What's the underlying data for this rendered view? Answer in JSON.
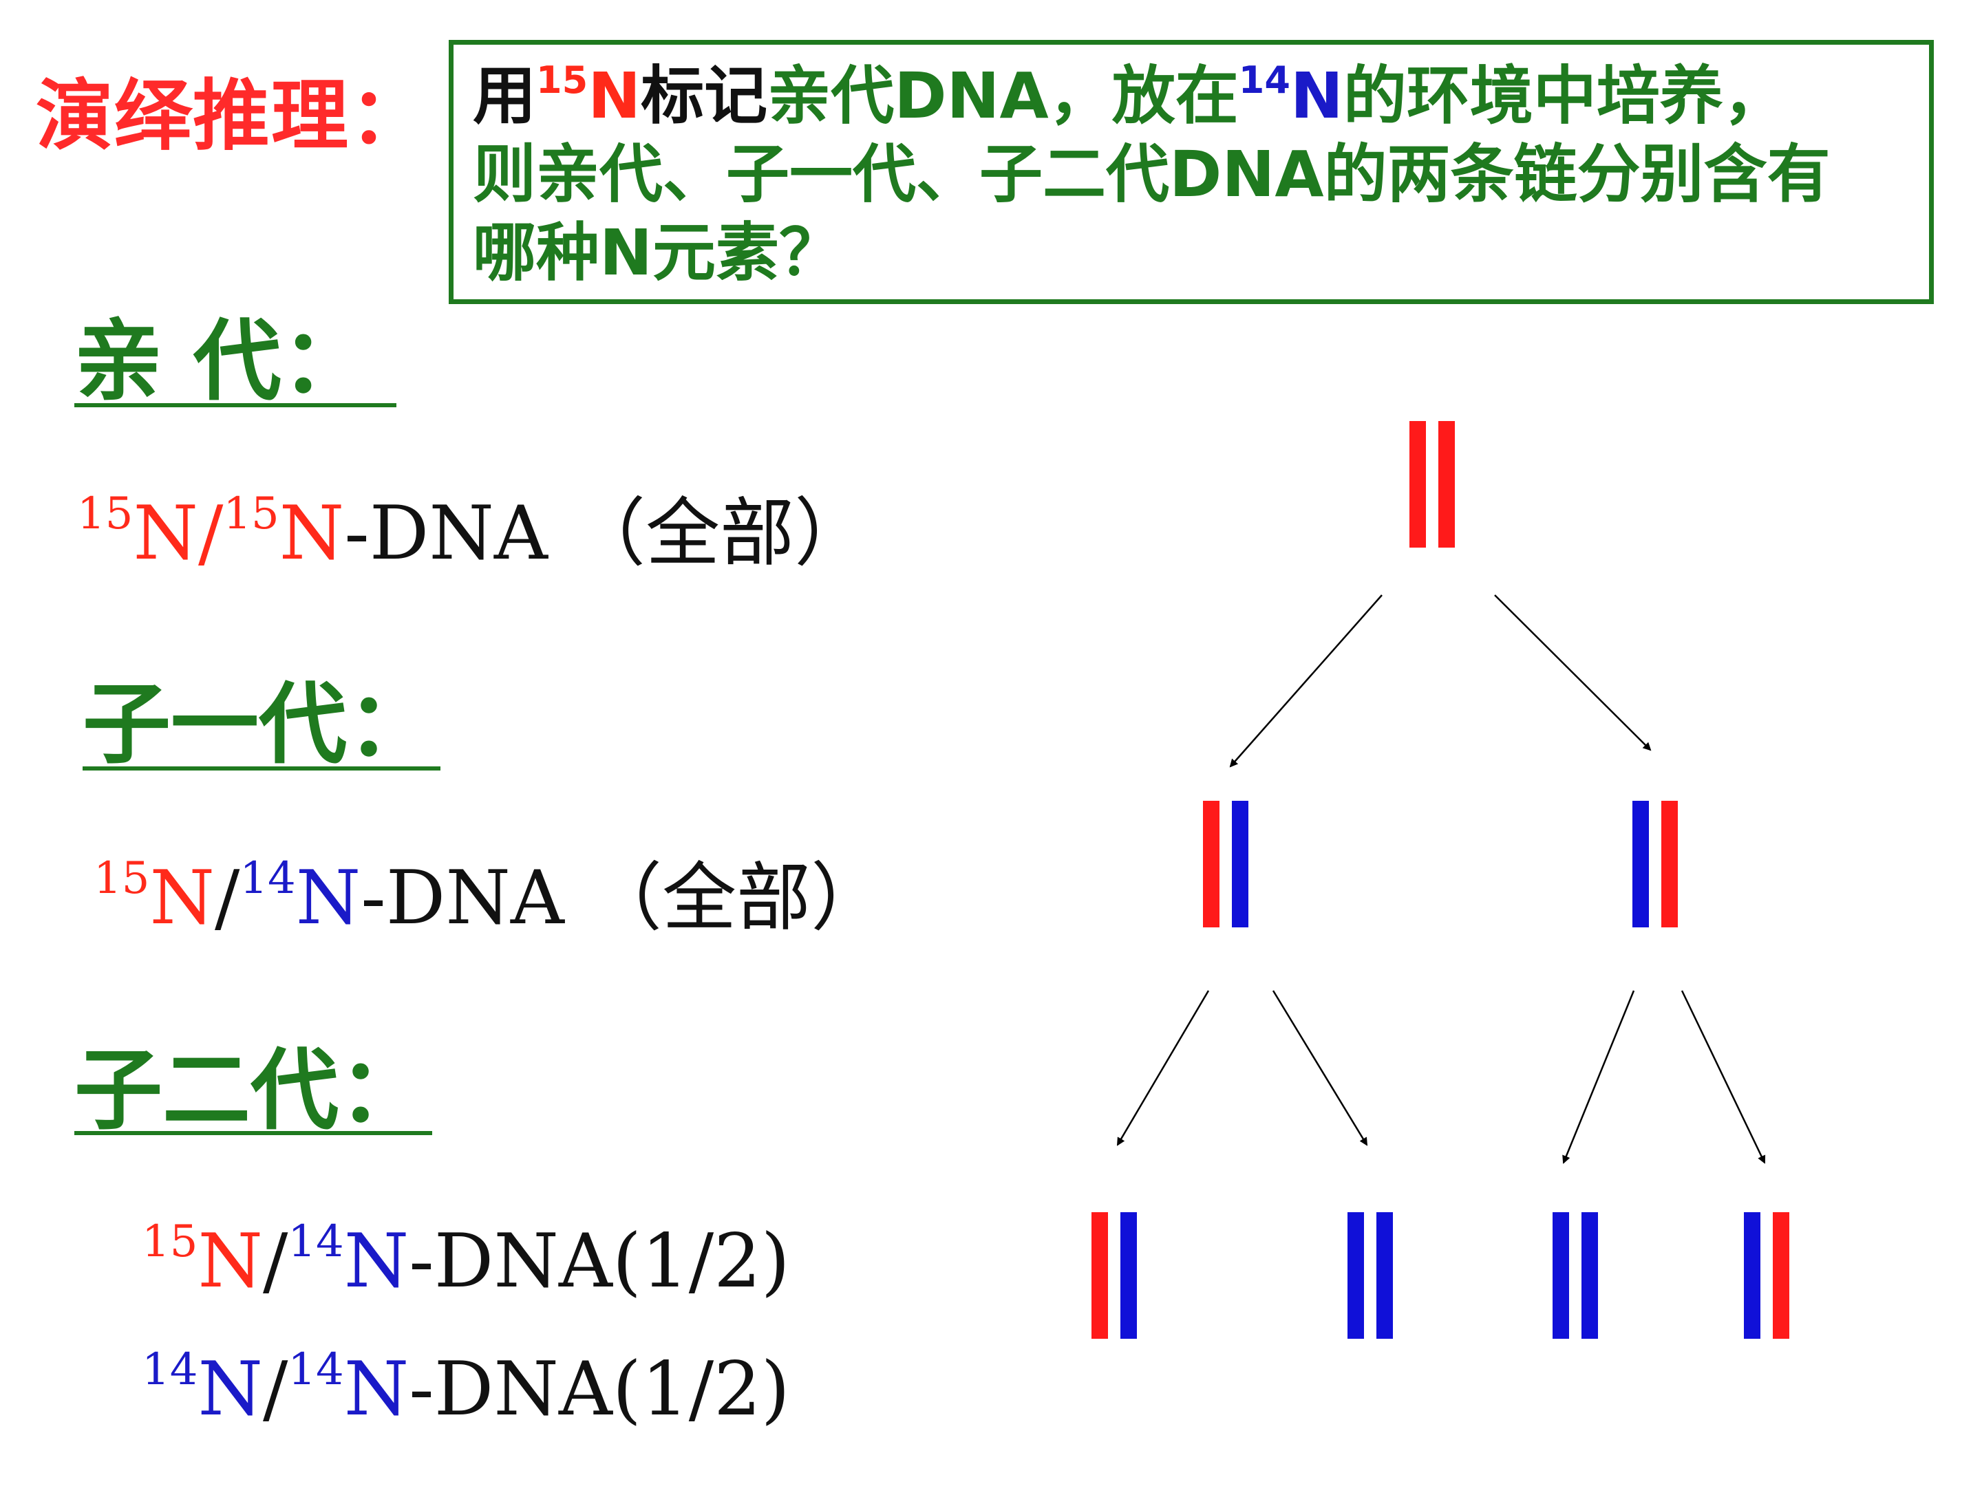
{
  "title": "演绎推理：",
  "question": {
    "line1": {
      "p1": "用",
      "sup1": "15",
      "n1": "N",
      "p2": "标记",
      "p3": "亲代DNA，放在",
      "sup2": "14",
      "n2": "N",
      "p4": "的环境中培养，"
    },
    "line2": "则亲代、子一代、子二代DNA的两条链分别含有",
    "line3": "哪种N元素？"
  },
  "generations": [
    {
      "label": "亲  代：",
      "formula": [
        {
          "sup": "15",
          "n": "N",
          "sep": "/"
        },
        {
          "sup": "15",
          "n": "N",
          "rest": "-DNA （全部）"
        }
      ]
    },
    {
      "label": "子一代：",
      "formula": [
        {
          "sup": "15",
          "n": "N",
          "sep": "/"
        },
        {
          "sup": "14",
          "n": "N",
          "rest": "-DNA （全部）"
        }
      ]
    },
    {
      "label": "子二代：",
      "formulas": [
        [
          {
            "sup": "15",
            "n": "N",
            "sep": "/"
          },
          {
            "sup": "14",
            "n": "N",
            "rest": "-DNA(1/2)"
          }
        ],
        [
          {
            "sup": "14",
            "n": "N",
            "sep": "/"
          },
          {
            "sup": "14",
            "n": "N",
            "rest": "-DNA(1/2)"
          }
        ]
      ]
    }
  ],
  "colors": {
    "n15": "#ff1a1a",
    "n14": "#1010d8",
    "label": "#1f7a1f",
    "title": "#ff2a2a"
  },
  "tree": {
    "parent": [
      "n15",
      "n15"
    ],
    "gen1": [
      [
        "n15",
        "n14"
      ],
      [
        "n14",
        "n15"
      ]
    ],
    "gen2": [
      [
        "n15",
        "n14"
      ],
      [
        "n14",
        "n14"
      ],
      [
        "n14",
        "n14"
      ],
      [
        "n14",
        "n15"
      ]
    ]
  }
}
